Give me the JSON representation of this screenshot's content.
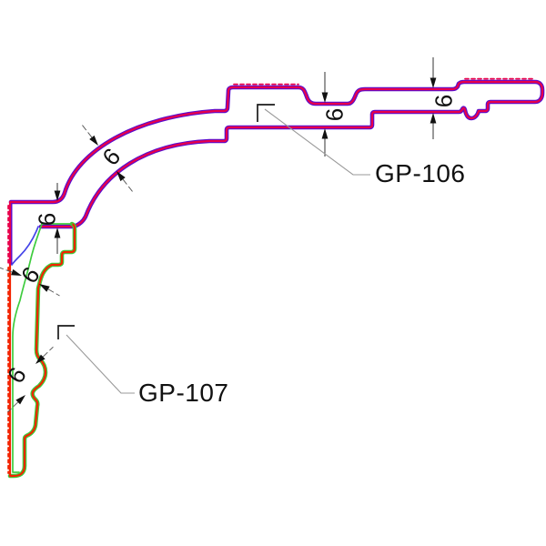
{
  "callouts": {
    "gp106": "GP-106",
    "gp107": "GP-107"
  },
  "dimensions": {
    "d1": "6",
    "d2": "6",
    "d3": "6",
    "d4": "6",
    "d5": "6",
    "d6": "6"
  },
  "colors": {
    "gp106_outline": "#e8004a",
    "gp106_inner": "#5c0ccc",
    "gp107_outline": "#f32300",
    "gp107_inner": "#3ecc3e",
    "hidden_curve": "#4343e8",
    "leader": "#9a9a9a",
    "bracket": "#1a1a1a",
    "ink": "#111111",
    "background": "#ffffff"
  }
}
